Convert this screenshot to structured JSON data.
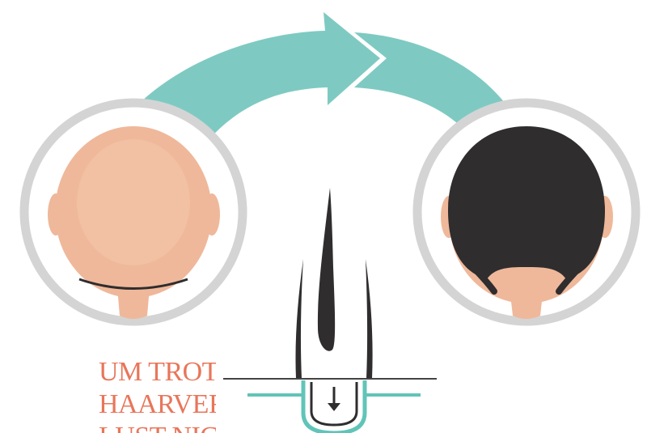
{
  "caption": {
    "lines": [
      "UM TROTZ",
      "HAARVER-",
      "LUST NICHT"
    ]
  },
  "icons": {
    "arrow": "curved-arrow-icon",
    "before": "bald-head-icon",
    "after": "full-hair-head-icon",
    "follicle": "hair-follicle-icon"
  },
  "colors": {
    "arrow": "#7ecac2",
    "ring": "#d4d4d4",
    "skin": "#efb89a",
    "skin_shade": "#e2a586",
    "hair": "#2f2d2e",
    "caption": "#e8765a",
    "follicle_teal": "#61c4b8"
  }
}
